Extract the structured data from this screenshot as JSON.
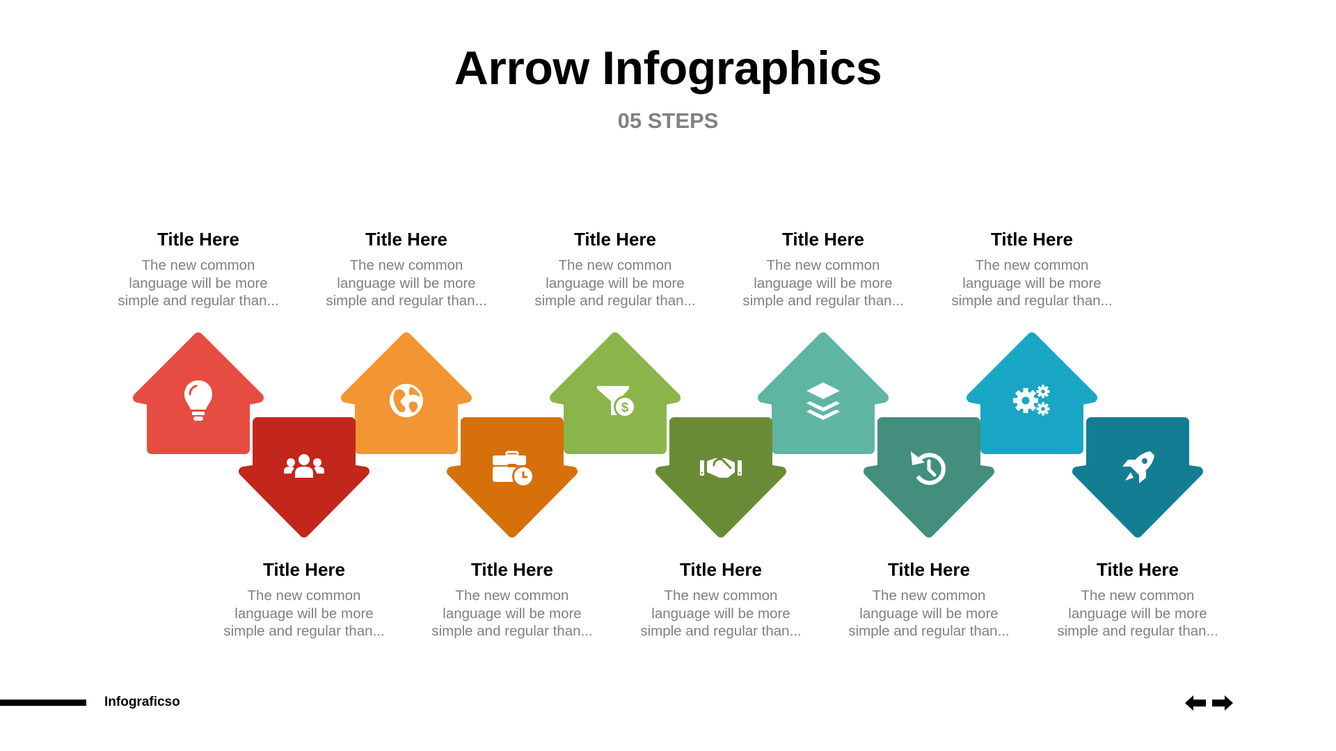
{
  "header": {
    "title": "Arrow Infographics",
    "subtitle": "05 STEPS"
  },
  "steps_top": [
    {
      "title": "Title Here",
      "body": [
        "The new common",
        "language will be more",
        "simple and regular than..."
      ],
      "icon": "lightbulb-icon",
      "color": "#E74C42"
    },
    {
      "title": "Title Here",
      "body": [
        "The new common",
        "language will be more",
        "simple and regular than..."
      ],
      "icon": "globe-icon",
      "color": "#F39532"
    },
    {
      "title": "Title Here",
      "body": [
        "The new common",
        "language will be more",
        "simple and regular than..."
      ],
      "icon": "funnel-dollar-icon",
      "color": "#8BB54A"
    },
    {
      "title": "Title Here",
      "body": [
        "The new common",
        "language will be more",
        "simple and regular than..."
      ],
      "icon": "layers-icon",
      "color": "#5EB5A2"
    },
    {
      "title": "Title Here",
      "body": [
        "The new common",
        "language will be more",
        "simple and regular than..."
      ],
      "icon": "gears-icon",
      "color": "#18A6C4"
    }
  ],
  "steps_bottom": [
    {
      "title": "Title Here",
      "body": [
        "The new common",
        "language will be more",
        "simple and regular than..."
      ],
      "icon": "users-icon",
      "color": "#C3261B"
    },
    {
      "title": "Title Here",
      "body": [
        "The new common",
        "language will be more",
        "simple and regular than..."
      ],
      "icon": "briefcase-clock-icon",
      "color": "#D5700A"
    },
    {
      "title": "Title Here",
      "body": [
        "The new common",
        "language will be more",
        "simple and regular than..."
      ],
      "icon": "handshake-icon",
      "color": "#6A8B36"
    },
    {
      "title": "Title Here",
      "body": [
        "The new common",
        "language will be more",
        "simple and regular than..."
      ],
      "icon": "history-icon",
      "color": "#438E7D"
    },
    {
      "title": "Title Here",
      "body": [
        "The new common",
        "language will be more",
        "simple and regular than..."
      ],
      "icon": "rocket-icon",
      "color": "#137E93"
    }
  ],
  "footer": {
    "brand": "Infograficso",
    "prev_icon": "arrow-left-icon",
    "next_icon": "arrow-right-icon"
  }
}
